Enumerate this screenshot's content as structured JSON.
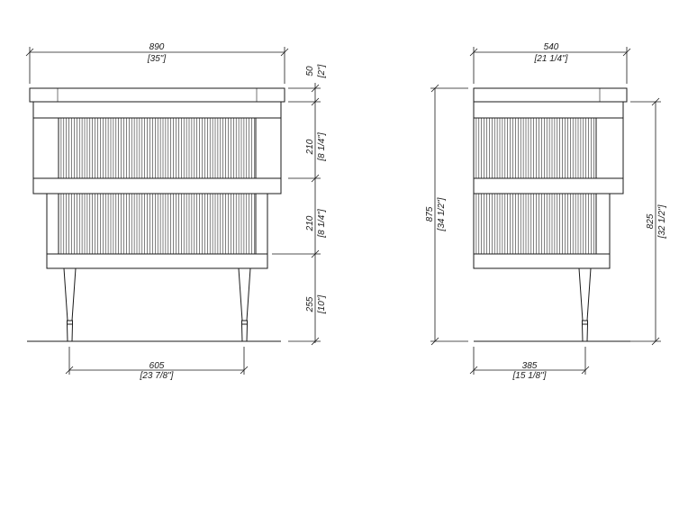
{
  "front_view": {
    "width": {
      "mm": "890",
      "inch": "[35\"]"
    },
    "top_thickness": {
      "mm": "50",
      "inch": "[2\"]"
    },
    "upper_drawer": {
      "mm": "210",
      "inch": "[8 1/4\"]"
    },
    "lower_drawer": {
      "mm": "210",
      "inch": "[8 1/4\"]"
    },
    "leg_height": {
      "mm": "255",
      "inch": "[10\"]"
    },
    "leg_span": {
      "mm": "605",
      "inch": "[23 7/8\"]"
    }
  },
  "side_view": {
    "depth": {
      "mm": "540",
      "inch": "[21 1/4\"]"
    },
    "total_height": {
      "mm": "875",
      "inch": "[34 1/2\"]"
    },
    "body_height": {
      "mm": "825",
      "inch": "[32 1/2\"]"
    },
    "leg_span": {
      "mm": "385",
      "inch": "[15 1/8\"]"
    }
  }
}
